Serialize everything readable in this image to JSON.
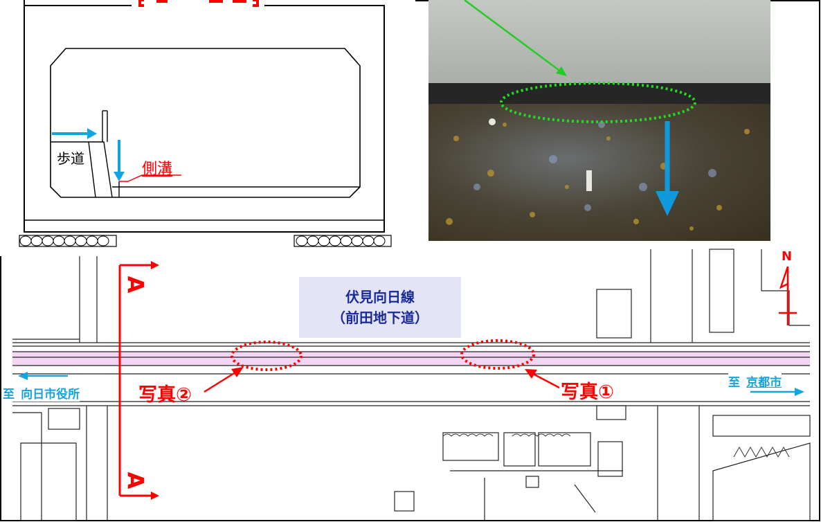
{
  "section_figure": {
    "title_partial": "【　　断面】",
    "sidewalk_label": "歩道",
    "gutter_label": "側溝"
  },
  "photo": {
    "description_colors": {
      "arrow_green": "#22cc22",
      "ellipse_green": "#22dd22",
      "flow_arrow": "#1199dd"
    }
  },
  "map": {
    "road_name_line1": "伏見向日線",
    "road_name_line2": "（前田地下道）",
    "photo2_label": "写真②",
    "photo1_label": "写真①",
    "direction_left_prefix": "至",
    "direction_left_name": "向日市役所",
    "direction_right_prefix": "至",
    "direction_right_name": "京都市",
    "section_mark_top": "A",
    "section_mark_bottom": "A",
    "north_label": "N"
  },
  "colors": {
    "red": "#ff0000",
    "blue": "#11a4e0",
    "navy": "#1a2a9c",
    "road_pink": "#f0d0f0",
    "box_bg": "#e3e4f6"
  }
}
